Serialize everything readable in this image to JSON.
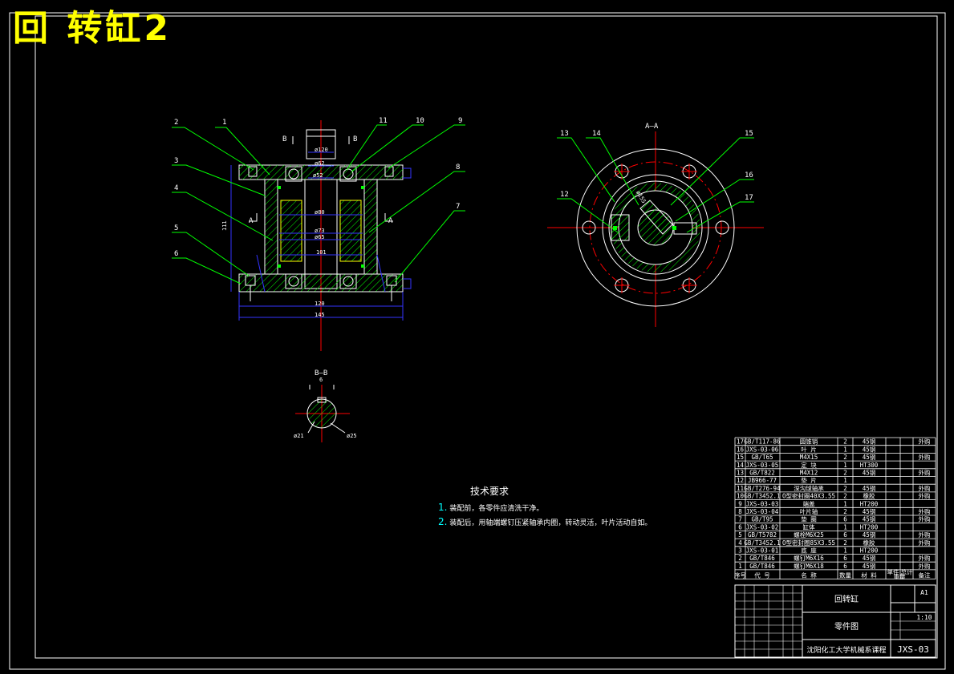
{
  "title": "回 转缸2",
  "section_labels": {
    "aa": "A—A",
    "bb": "B—B",
    "a": "A",
    "b": "B"
  },
  "callouts": [
    "1",
    "2",
    "3",
    "4",
    "5",
    "6",
    "7",
    "8",
    "9",
    "10",
    "11",
    "12",
    "13",
    "14",
    "15",
    "16",
    "17"
  ],
  "dimensions": {
    "d120_top": "ø120",
    "d62": "ø62",
    "d52": "ø52",
    "d80": "ø80",
    "d73": "ø73",
    "d65": "ø65",
    "d101": "101",
    "h111": "111",
    "w120": "120",
    "w145": "145",
    "s6": "6",
    "d21": "ø21",
    "d25": "ø25",
    "d155": "ø155"
  },
  "tech_requirements": {
    "heading": "技术要求",
    "items": [
      {
        "n": "1.",
        "text": "装配前，各零件应清洗干净。"
      },
      {
        "n": "2.",
        "text": "装配后，用轴端螺钉压紧轴承内圈，转动灵活，叶片活动自如。"
      }
    ]
  },
  "bom": [
    {
      "no": "17",
      "code": "GB/T117-86",
      "name": "圆锥销",
      "qty": "2",
      "mat": "45钢",
      "note": "外购"
    },
    {
      "no": "16",
      "code": "JXS-03-06",
      "name": "叶 片",
      "qty": "1",
      "mat": "45钢",
      "note": ""
    },
    {
      "no": "15",
      "code": "GB/T65",
      "name": "M4X15",
      "qty": "2",
      "mat": "45钢",
      "note": "外购"
    },
    {
      "no": "14",
      "code": "JXS-03-05",
      "name": "定 块",
      "qty": "1",
      "mat": "HT300",
      "note": ""
    },
    {
      "no": "13",
      "code": "GB/T822",
      "name": "M4X12",
      "qty": "2",
      "mat": "45钢",
      "note": "外购"
    },
    {
      "no": "12",
      "code": "JB966-77",
      "name": "垫 片",
      "qty": "1",
      "mat": "",
      "note": ""
    },
    {
      "no": "11",
      "code": "GB/T276-94",
      "name": "深沟球轴承",
      "qty": "2",
      "mat": "45钢",
      "note": "外购"
    },
    {
      "no": "10",
      "code": "GB/T3452.1",
      "name": "O型密封圈40X3.55",
      "qty": "2",
      "mat": "橡胶",
      "note": "外购"
    },
    {
      "no": "9",
      "code": "JXS-03-03",
      "name": "端盖",
      "qty": "1",
      "mat": "HT200",
      "note": ""
    },
    {
      "no": "8",
      "code": "JXS-03-04",
      "name": "叶片轴",
      "qty": "2",
      "mat": "45钢",
      "note": "外购"
    },
    {
      "no": "7",
      "code": "GB/T95",
      "name": "垫 圈",
      "qty": "6",
      "mat": "45钢",
      "note": "外购"
    },
    {
      "no": "6",
      "code": "JXS-03-02",
      "name": "缸体",
      "qty": "1",
      "mat": "HT200",
      "note": ""
    },
    {
      "no": "5",
      "code": "GB/T5782",
      "name": "螺栓M6X25",
      "qty": "6",
      "mat": "45钢",
      "note": "外购"
    },
    {
      "no": "4",
      "code": "GB/T3452.1",
      "name": "O型密封圈85X3.55",
      "qty": "2",
      "mat": "橡胶",
      "note": "外购"
    },
    {
      "no": "3",
      "code": "JXS-03-01",
      "name": "底 座",
      "qty": "1",
      "mat": "HT200",
      "note": ""
    },
    {
      "no": "2",
      "code": "GB/T846",
      "name": "螺钉M6X16",
      "qty": "6",
      "mat": "45钢",
      "note": "外购"
    },
    {
      "no": "1",
      "code": "GB/T846",
      "name": "螺钉M6X18",
      "qty": "6",
      "mat": "45钢",
      "note": "外购"
    }
  ],
  "bom_header": {
    "no": "序号",
    "code": "代 号",
    "name": "名 称",
    "qty": "数量",
    "mat": "材 料",
    "unit": "单件",
    "total": "总计",
    "weight": "重量",
    "note": "备注"
  },
  "title_block": {
    "name": "回转缸",
    "drawing_type": "零件图",
    "school": "沈阳化工大学机械系课程",
    "code": "JXS-03",
    "sheet": "A1",
    "scale": "1:10"
  },
  "colors": {
    "background": "#000000",
    "frame": "#ffffff",
    "title": "#ffff00",
    "outline": "#ffffff",
    "callout": "#00ff00",
    "dimension": "#3333ff",
    "centerline": "#ff0000",
    "hatch": "#00ff00",
    "table": "#ffffff"
  }
}
